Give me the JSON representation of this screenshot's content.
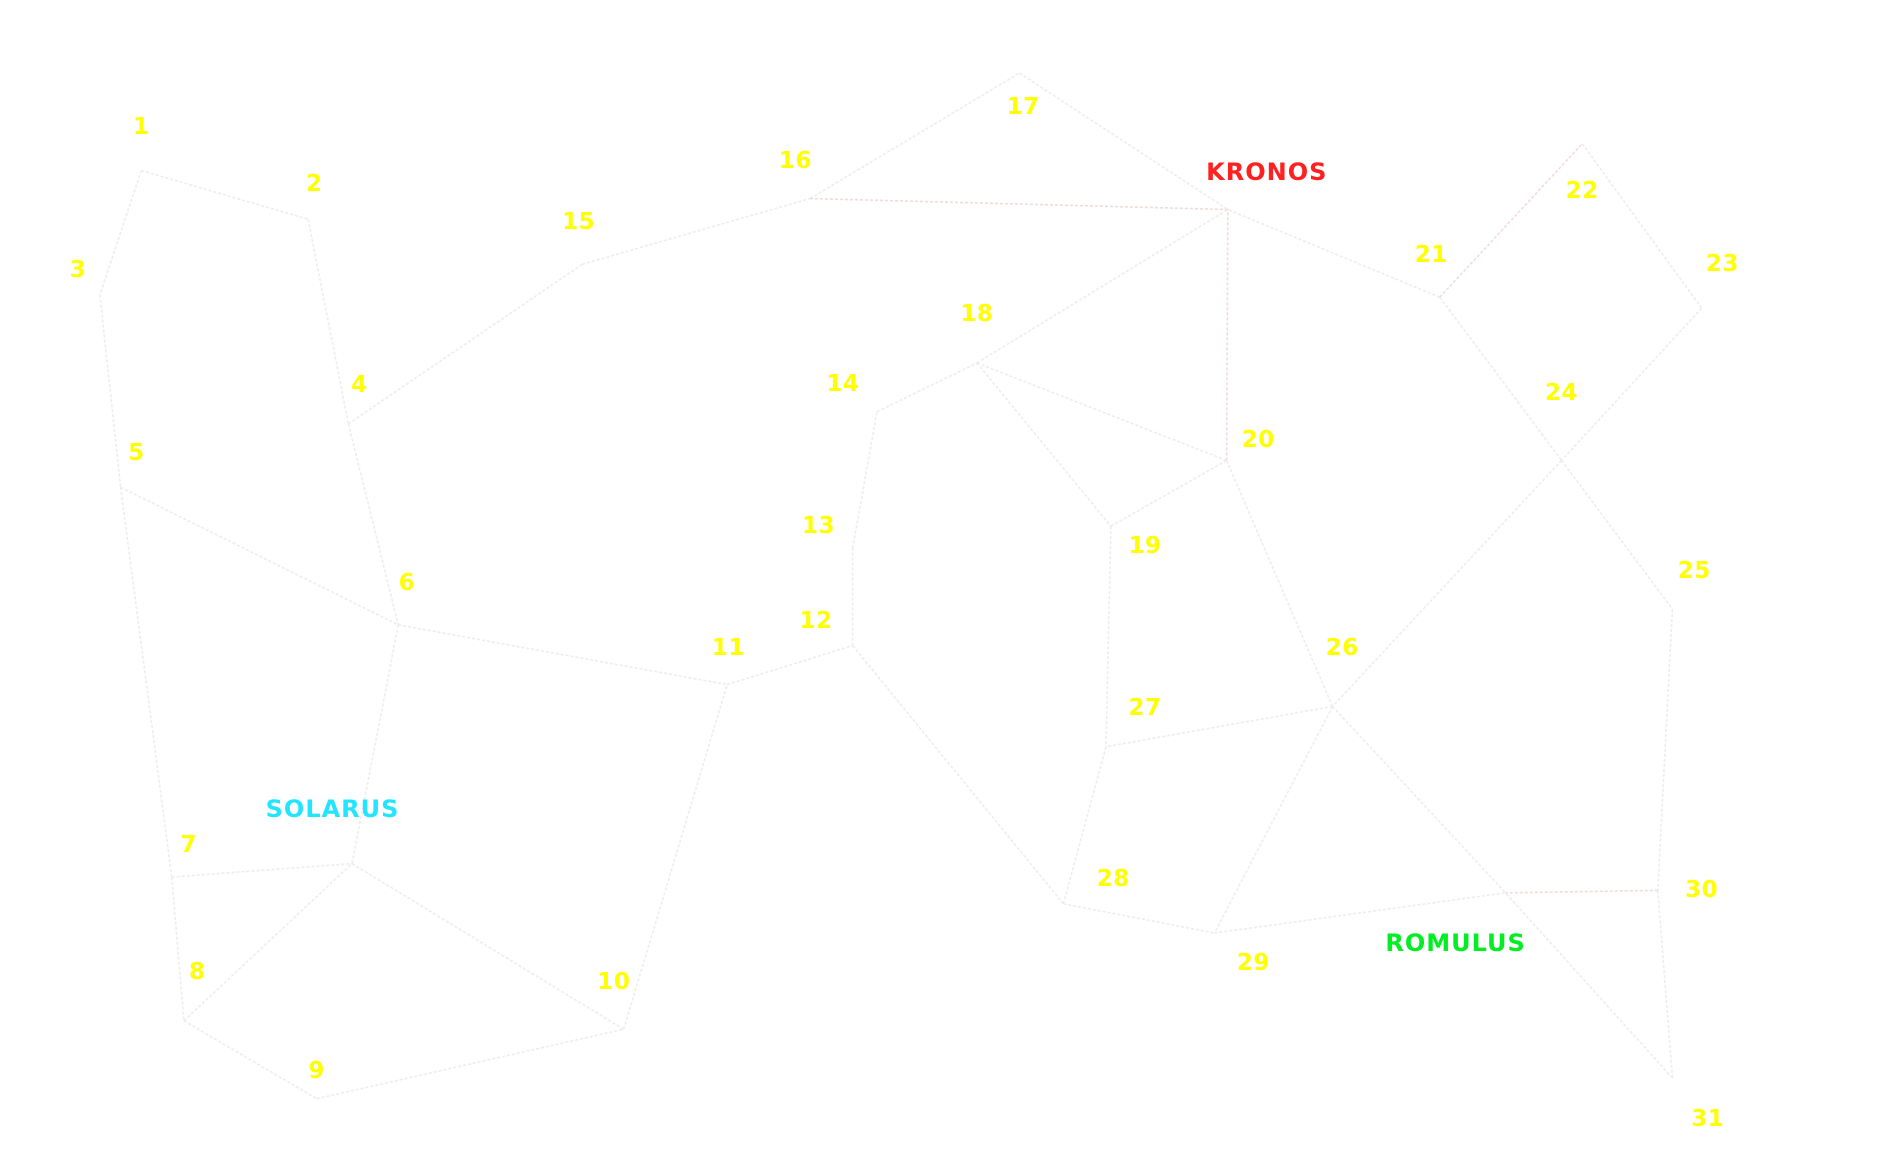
{
  "map": {
    "colors": {
      "background": "#ffffff",
      "lane": "#ececec",
      "lane_highlight": "#f3d9d9",
      "node_label": "#ffff00",
      "kronos": "#ff2020",
      "solarus": "#22e5ff",
      "romulus": "#00ee22"
    },
    "nodes": [
      {
        "id": "1",
        "label": "1"
      },
      {
        "id": "2",
        "label": "2"
      },
      {
        "id": "3",
        "label": "3"
      },
      {
        "id": "4",
        "label": "4"
      },
      {
        "id": "5",
        "label": "5"
      },
      {
        "id": "6",
        "label": "6"
      },
      {
        "id": "7",
        "label": "7"
      },
      {
        "id": "8",
        "label": "8"
      },
      {
        "id": "9",
        "label": "9"
      },
      {
        "id": "10",
        "label": "10"
      },
      {
        "id": "11",
        "label": "11"
      },
      {
        "id": "12",
        "label": "12"
      },
      {
        "id": "13",
        "label": "13"
      },
      {
        "id": "14",
        "label": "14"
      },
      {
        "id": "15",
        "label": "15"
      },
      {
        "id": "16",
        "label": "16"
      },
      {
        "id": "17",
        "label": "17"
      },
      {
        "id": "18",
        "label": "18"
      },
      {
        "id": "19",
        "label": "19"
      },
      {
        "id": "20",
        "label": "20"
      },
      {
        "id": "21",
        "label": "21"
      },
      {
        "id": "22",
        "label": "22"
      },
      {
        "id": "23",
        "label": "23"
      },
      {
        "id": "24",
        "label": "24"
      },
      {
        "id": "25",
        "label": "25"
      },
      {
        "id": "26",
        "label": "26"
      },
      {
        "id": "27",
        "label": "27"
      },
      {
        "id": "28",
        "label": "28"
      },
      {
        "id": "29",
        "label": "29"
      },
      {
        "id": "30",
        "label": "30"
      },
      {
        "id": "31",
        "label": "31"
      }
    ],
    "factions": [
      {
        "id": "kronos",
        "label": "KRONOS",
        "color": "#ff2020"
      },
      {
        "id": "solarus",
        "label": "SOLARUS",
        "color": "#22e5ff"
      },
      {
        "id": "romulus",
        "label": "ROMULUS",
        "color": "#00ee22"
      }
    ],
    "lanes": [
      [
        "1",
        "2"
      ],
      [
        "1",
        "3"
      ],
      [
        "2",
        "4"
      ],
      [
        "3",
        "5"
      ],
      [
        "4",
        "6"
      ],
      [
        "4",
        "15"
      ],
      [
        "5",
        "6"
      ],
      [
        "5",
        "7"
      ],
      [
        "6",
        "11"
      ],
      [
        "6",
        "solarus_hub"
      ],
      [
        "7",
        "8"
      ],
      [
        "7",
        "solarus_hub"
      ],
      [
        "8",
        "9"
      ],
      [
        "8",
        "solarus_hub"
      ],
      [
        "9",
        "10"
      ],
      [
        "10",
        "11"
      ],
      [
        "10",
        "solarus_hub"
      ],
      [
        "11",
        "12"
      ],
      [
        "12",
        "13"
      ],
      [
        "13",
        "14"
      ],
      [
        "14",
        "18"
      ],
      [
        "15",
        "16"
      ],
      [
        "16",
        "17"
      ],
      [
        "16",
        "kronos_hub"
      ],
      [
        "17",
        "kronos_hub"
      ],
      [
        "18",
        "kronos_hub"
      ],
      [
        "18",
        "20"
      ],
      [
        "18",
        "19"
      ],
      [
        "19",
        "20"
      ],
      [
        "19",
        "27"
      ],
      [
        "20",
        "kronos_hub"
      ],
      [
        "20",
        "26"
      ],
      [
        "21",
        "kronos_hub"
      ],
      [
        "21",
        "22"
      ],
      [
        "21",
        "24"
      ],
      [
        "22",
        "23"
      ],
      [
        "23",
        "24"
      ],
      [
        "24",
        "25"
      ],
      [
        "24",
        "26"
      ],
      [
        "25",
        "30"
      ],
      [
        "26",
        "27"
      ],
      [
        "26",
        "29"
      ],
      [
        "26",
        "romulus_hub"
      ],
      [
        "27",
        "28"
      ],
      [
        "28",
        "29"
      ],
      [
        "28",
        "12"
      ],
      [
        "29",
        "romulus_hub"
      ],
      [
        "30",
        "romulus_hub"
      ],
      [
        "30",
        "31"
      ],
      [
        "31",
        "romulus_hub"
      ]
    ]
  }
}
